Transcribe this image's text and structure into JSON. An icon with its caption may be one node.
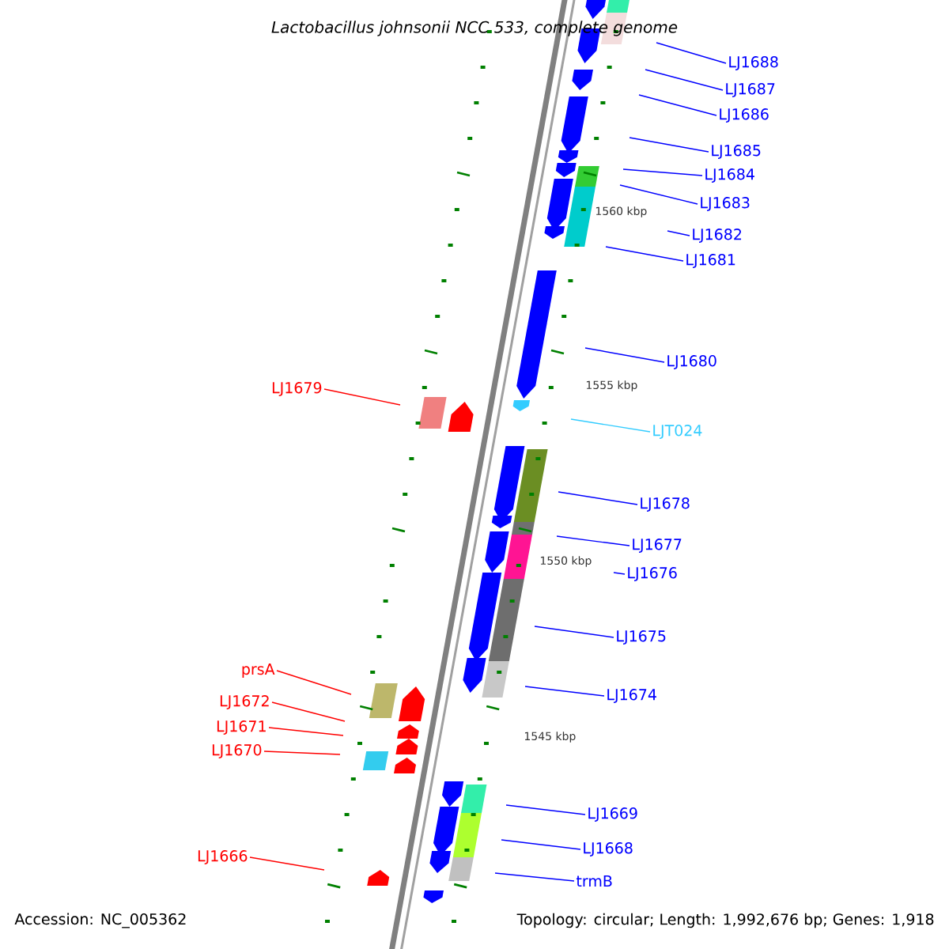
{
  "diagram": {
    "title": "Lactobacillus johnsonii NCC 533, complete genome",
    "nodes": [
      {
        "text": [
          "LJ1688"
        ]
      },
      {
        "text": [
          "LJ1687"
        ]
      },
      {
        "text": [
          "LJ1686"
        ]
      },
      {
        "text": [
          "LJ1685"
        ]
      },
      {
        "text": [
          "LJ1684"
        ]
      },
      {
        "text": [
          "LJ1683"
        ]
      },
      {
        "text": [
          "LJ1682"
        ]
      },
      {
        "text": [
          "LJ1681"
        ]
      },
      {
        "text": [
          "LJ1680"
        ]
      },
      {
        "text": [
          "LJT024"
        ]
      },
      {
        "text": [
          "LJ1678"
        ]
      },
      {
        "text": [
          "LJ1677"
        ]
      },
      {
        "text": [
          "LJ1676"
        ]
      },
      {
        "text": [
          "LJ1675"
        ]
      },
      {
        "text": [
          "LJ1674"
        ]
      },
      {
        "text": [
          "LJ1669"
        ]
      },
      {
        "text": [
          "LJ1668"
        ]
      },
      {
        "text": [
          "trmB"
        ]
      },
      {
        "text": [
          "LJ1679"
        ]
      },
      {
        "text": [
          "prsA"
        ]
      },
      {
        "text": [
          "LJ1672"
        ]
      },
      {
        "text": [
          "LJ1671"
        ]
      },
      {
        "text": [
          "LJ1670"
        ]
      },
      {
        "text": [
          "LJ1666"
        ]
      }
    ],
    "edges": [
      {
        "from": 0,
        "to": null,
        "arrow": "none"
      },
      {
        "from": 1,
        "to": null,
        "arrow": "none"
      },
      {
        "from": 2,
        "to": null,
        "arrow": "none"
      },
      {
        "from": 3,
        "to": null,
        "arrow": "none"
      },
      {
        "from": 4,
        "to": null,
        "arrow": "none"
      },
      {
        "from": 5,
        "to": null,
        "arrow": "none"
      },
      {
        "from": 6,
        "to": null,
        "arrow": "none"
      },
      {
        "from": 7,
        "to": null,
        "arrow": "none"
      },
      {
        "from": 8,
        "to": null,
        "arrow": "none"
      },
      {
        "from": 9,
        "to": null,
        "arrow": "none",
        "color": "#33ccff"
      },
      {
        "from": 10,
        "to": null,
        "arrow": "none"
      },
      {
        "from": 11,
        "to": null,
        "arrow": "none"
      },
      {
        "from": 12,
        "to": null,
        "arrow": "none"
      },
      {
        "from": 13,
        "to": null,
        "arrow": "none"
      },
      {
        "from": 14,
        "to": null,
        "arrow": "none"
      },
      {
        "from": 15,
        "to": null,
        "arrow": "none"
      },
      {
        "from": 16,
        "to": null,
        "arrow": "none"
      },
      {
        "from": 17,
        "to": null,
        "arrow": "none"
      },
      {
        "from": 18,
        "to": null,
        "arrow": "none",
        "color": "#ff0000"
      },
      {
        "from": 19,
        "to": null,
        "arrow": "none",
        "color": "#ff0000"
      },
      {
        "from": 20,
        "to": null,
        "arrow": "none",
        "color": "#ff0000"
      },
      {
        "from": 21,
        "to": null,
        "arrow": "none",
        "color": "#ff0000"
      },
      {
        "from": 22,
        "to": null,
        "arrow": "none",
        "color": "#ff0000"
      },
      {
        "from": 23,
        "to": null,
        "arrow": "none",
        "color": "#ff0000"
      }
    ],
    "labels": [
      "1560 kbp",
      "1555 kbp",
      "1550 kbp",
      "1545 kbp",
      "Accession: NC_005362",
      "Topology: circular; Length: 1,992,676 bp; Genes: 1,918"
    ]
  }
}
